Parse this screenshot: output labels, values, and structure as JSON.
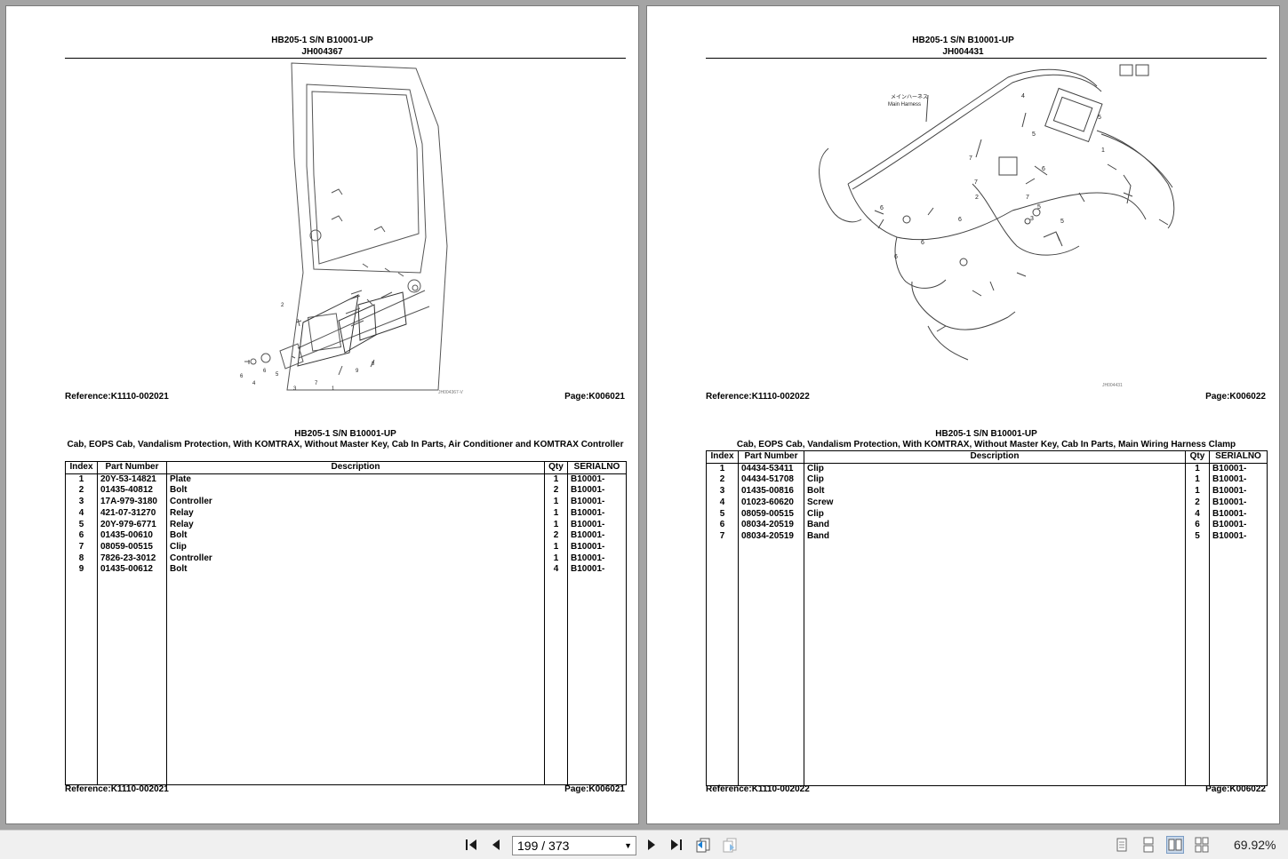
{
  "left_page": {
    "title": "HB205-1 S/N B10001-UP",
    "figure_id": "JH004367",
    "figure_small_label": "JH004367-V",
    "callouts": [
      "2",
      "6",
      "4",
      "6",
      "5",
      "3",
      "7",
      "1",
      "9",
      "8"
    ],
    "reference_top": "Reference:K1110-002021",
    "page_top": "Page:K006021",
    "table_title": "HB205-1 S/N B10001-UP",
    "table_subtitle": "Cab, EOPS Cab, Vandalism Protection, With KOMTRAX, Without Master Key, Cab In Parts, Air Conditioner and KOMTRAX Controller",
    "columns": [
      "Index",
      "Part Number",
      "Description",
      "Qty",
      "SERIALNO"
    ],
    "rows": [
      {
        "index": "1",
        "part": "20Y-53-14821",
        "desc": "Plate",
        "qty": "1",
        "serial": "B10001-"
      },
      {
        "index": "2",
        "part": "01435-40812",
        "desc": "Bolt",
        "qty": "2",
        "serial": "B10001-"
      },
      {
        "index": "3",
        "part": "17A-979-3180",
        "desc": "Controller",
        "qty": "1",
        "serial": "B10001-"
      },
      {
        "index": "4",
        "part": "421-07-31270",
        "desc": "Relay",
        "qty": "1",
        "serial": "B10001-"
      },
      {
        "index": "5",
        "part": "20Y-979-6771",
        "desc": "Relay",
        "qty": "1",
        "serial": "B10001-"
      },
      {
        "index": "6",
        "part": "01435-00610",
        "desc": "Bolt",
        "qty": "2",
        "serial": "B10001-"
      },
      {
        "index": "7",
        "part": "08059-00515",
        "desc": "Clip",
        "qty": "1",
        "serial": "B10001-"
      },
      {
        "index": "8",
        "part": "7826-23-3012",
        "desc": "Controller",
        "qty": "1",
        "serial": "B10001-"
      },
      {
        "index": "9",
        "part": "01435-00612",
        "desc": "Bolt",
        "qty": "4",
        "serial": "B10001-"
      }
    ],
    "reference_bottom": "Reference:K1110-002021",
    "page_bottom": "Page:K006021"
  },
  "right_page": {
    "title": "HB205-1 S/N B10001-UP",
    "figure_id": "JH004431",
    "figure_small_label": "JH004431",
    "harness_label_jp": "メインハーネス",
    "harness_label_en": "Main Harness",
    "callouts": [
      "4",
      "5",
      "5",
      "1",
      "7",
      "6",
      "7",
      "2",
      "7",
      "5",
      "3",
      "5",
      "6",
      "6",
      "6",
      "6"
    ],
    "reference_top": "Reference:K1110-002022",
    "page_top": "Page:K006022",
    "table_title": "HB205-1 S/N B10001-UP",
    "table_subtitle": "Cab, EOPS Cab, Vandalism Protection, With KOMTRAX, Without Master Key, Cab In Parts, Main Wiring Harness Clamp",
    "columns": [
      "Index",
      "Part Number",
      "Description",
      "Qty",
      "SERIALNO"
    ],
    "rows": [
      {
        "index": "1",
        "part": "04434-53411",
        "desc": "Clip",
        "qty": "1",
        "serial": "B10001-"
      },
      {
        "index": "2",
        "part": "04434-51708",
        "desc": "Clip",
        "qty": "1",
        "serial": "B10001-"
      },
      {
        "index": "3",
        "part": "01435-00816",
        "desc": "Bolt",
        "qty": "1",
        "serial": "B10001-"
      },
      {
        "index": "4",
        "part": "01023-60620",
        "desc": "Screw",
        "qty": "2",
        "serial": "B10001-"
      },
      {
        "index": "5",
        "part": "08059-00515",
        "desc": "Clip",
        "qty": "4",
        "serial": "B10001-"
      },
      {
        "index": "6",
        "part": "08034-20519",
        "desc": "Band",
        "qty": "6",
        "serial": "B10001-"
      },
      {
        "index": "7",
        "part": "08034-20519",
        "desc": "Band",
        "qty": "5",
        "serial": "B10001-"
      }
    ],
    "reference_bottom": "Reference:K1110-002022",
    "page_bottom": "Page:K006022"
  },
  "toolbar": {
    "page_indicator": "199 / 373",
    "zoom": "69.92%",
    "icons": [
      "first-page-icon",
      "previous-page-icon",
      "next-page-icon",
      "last-page-icon",
      "previous-view-icon",
      "next-view-icon",
      "single-page-icon",
      "continuous-icon",
      "facing-pages-icon",
      "continuous-facing-icon"
    ]
  }
}
